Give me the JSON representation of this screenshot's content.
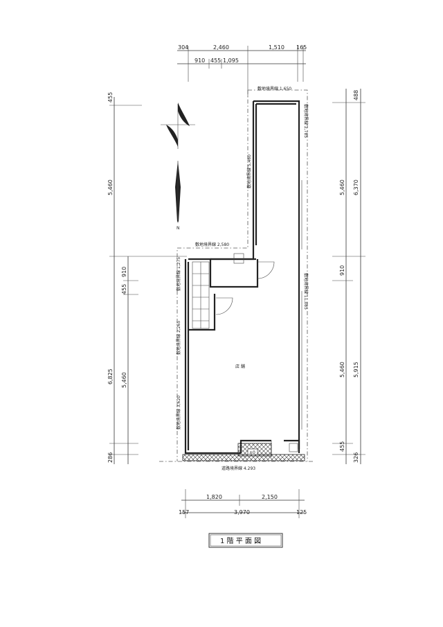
{
  "title": "1 階 平 面 図",
  "room_label": "店 舗",
  "boundary_labels": {
    "top": "敷地境界線 1,650",
    "right_upper": "敷地境界線 2,785",
    "left_upper": "敷地境界線 5,460",
    "middle": "敷地境界線 2,580",
    "stair_a": "敷地境界線 1,275",
    "stair_b": "敷地境界線 2,265",
    "left_lower": "敷地境界線 3,620",
    "right_lower": "敷地境界線 11,085",
    "road": "道路境界線 4.293"
  },
  "dims_top_row1": [
    "304",
    "2,460",
    "1,510",
    "165"
  ],
  "dims_top_row2": [
    "910",
    "455",
    "1,095"
  ],
  "dims_left": [
    "455",
    "5,460",
    "910",
    "455",
    "5,460",
    "6,825",
    "286"
  ],
  "dims_right": [
    "488",
    "5,460",
    "6,370",
    "910",
    "5,460",
    "5,915",
    "455",
    "326"
  ],
  "dims_bottom_row1": [
    "1,820",
    "2,150"
  ],
  "dims_bottom_row2": [
    "157",
    "3,970",
    "125"
  ],
  "entrance_level": "±0",
  "north_mark": "N"
}
